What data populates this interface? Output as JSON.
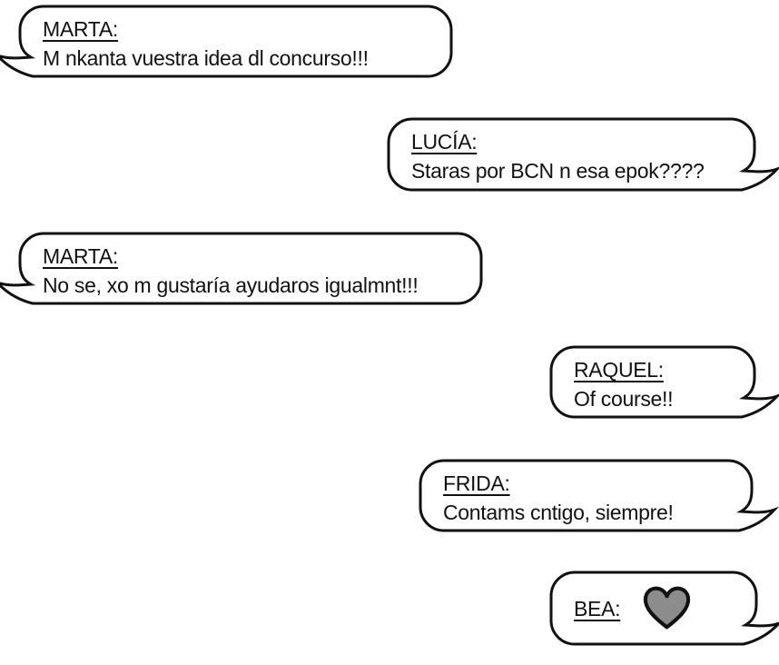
{
  "conversation": {
    "messages": [
      {
        "speaker": "MARTA:",
        "text": "M nkanta vuestra idea dl concurso!!!",
        "side": "left"
      },
      {
        "speaker": "LUCÍA:",
        "text": "Staras por BCN n esa epok????",
        "side": "right"
      },
      {
        "speaker": "MARTA:",
        "text": "No se, xo m gustaría ayudaros igualmnt!!!",
        "side": "left"
      },
      {
        "speaker": "RAQUEL:",
        "text": "Of course!!",
        "side": "right"
      },
      {
        "speaker": "FRIDA:",
        "text": "Contams cntigo, siempre!",
        "side": "right"
      },
      {
        "speaker": "BEA:",
        "text": "",
        "icon": "heart-icon",
        "side": "right"
      }
    ],
    "colors": {
      "background": "#ffffff",
      "bubble_fill": "#ffffff",
      "bubble_border": "#111111",
      "text": "#111111",
      "heart_fill": "#8c8c8c"
    }
  }
}
